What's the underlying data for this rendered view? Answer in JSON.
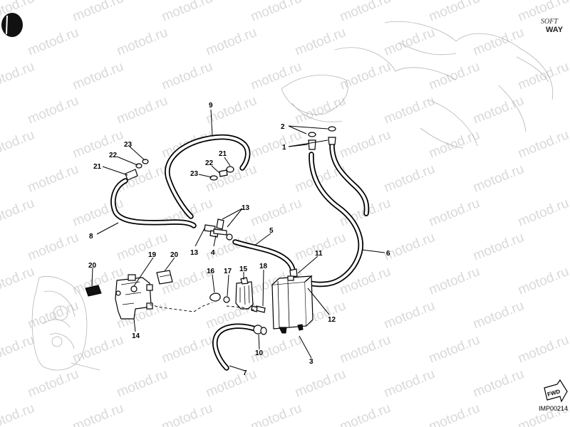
{
  "watermark_text": "motod.ru",
  "brand": {
    "line1": "SOFT",
    "line2": "WAY"
  },
  "diagram_code": "IMP00214",
  "fwd_label": "FWD",
  "callouts": {
    "c1": "1",
    "c2": "2",
    "c3": "3",
    "c4": "4",
    "c5": "5",
    "c6": "6",
    "c7": "7",
    "c8": "8",
    "c9": "9",
    "c10": "10",
    "c11": "11",
    "c12": "12",
    "c13a": "13",
    "c13b": "13",
    "c14": "14",
    "c15": "15",
    "c16": "16",
    "c17": "17",
    "c18": "18",
    "c19": "19",
    "c20a": "20",
    "c20b": "20",
    "c21a": "21",
    "c21b": "21",
    "c22a": "22",
    "c22b": "22",
    "c23a": "23",
    "c23b": "23"
  }
}
